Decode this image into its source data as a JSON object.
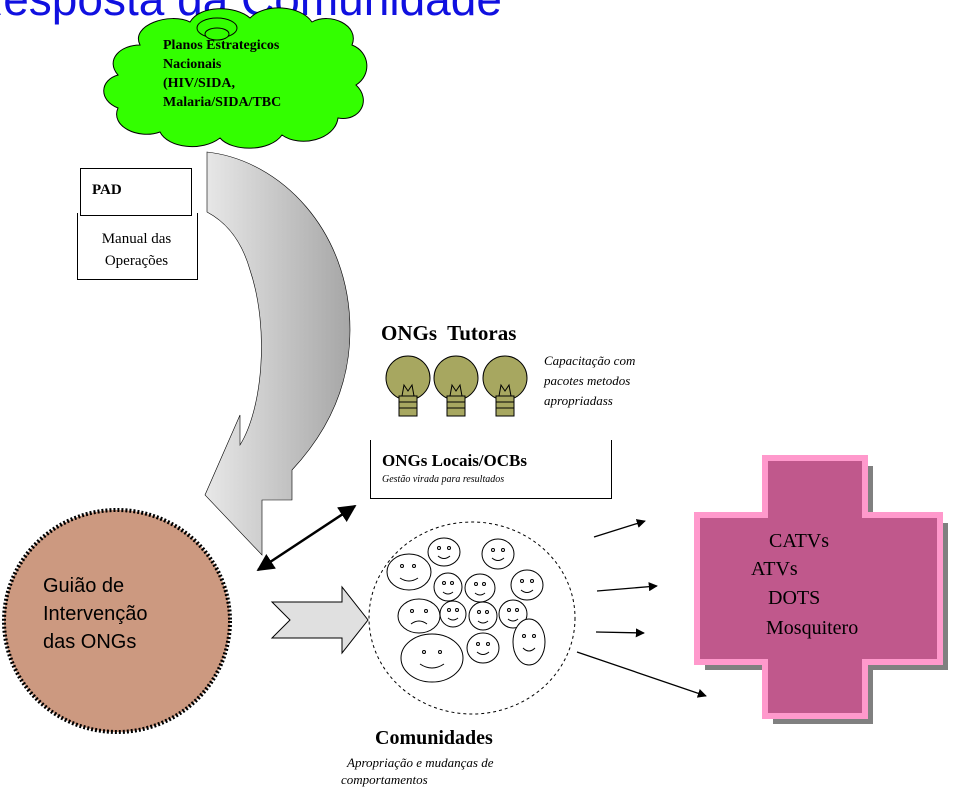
{
  "title": "Resposta da Comunidade",
  "cloud": {
    "lines": [
      "Planos Estrategicos",
      "Nacionais",
      "(HIV/SIDA,",
      "Malaria/SIDA/TBC"
    ]
  },
  "documents": {
    "pad": "PAD",
    "manual_lines": [
      "Manual das",
      "Operações"
    ]
  },
  "tutoras": {
    "heading": "ONGs  Tutoras",
    "note_lines": [
      "Capacitação com",
      "pacotes metodos",
      "apropriadass"
    ]
  },
  "locais": {
    "heading": "ONGs Locais/OCBs",
    "note": "Gestão virada para resultados"
  },
  "guiao": {
    "lines": [
      "Guião de",
      "Intervenção",
      "das ONGs"
    ]
  },
  "comunidades": {
    "heading": "Comunidades",
    "note_lines": [
      "Apropriação e mudanças de",
      "comportamentos"
    ]
  },
  "cross": {
    "items": [
      "CATVs",
      "ATVs",
      "DOTS",
      "Mosquitero"
    ]
  },
  "colors": {
    "title": "#1010e0",
    "cloud": "#33ff00",
    "guiao": "#cc9980",
    "cross": "#c0588c",
    "cross_border": "#ff99cc",
    "shadow": "#808080",
    "curved_arrow_light": "#e8e8e8",
    "curved_arrow_dark": "#a6a6a6",
    "bulb": "#a7a760"
  },
  "icons": [
    "cloud-shape",
    "curved-arrow",
    "lightbulb-icon",
    "smiley-face-icon",
    "block-arrow",
    "plus-cross-shape",
    "double-arrow"
  ]
}
